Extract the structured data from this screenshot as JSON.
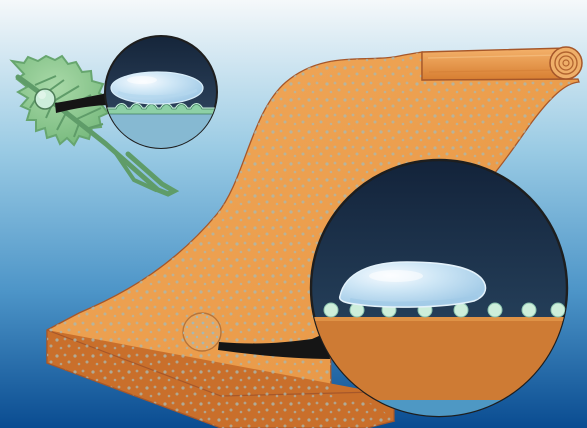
{
  "illustration": {
    "caption": "",
    "elements": [
      "leaf",
      "leaf-surface-zoom-callout",
      "water-droplet-on-leaf-bumps",
      "rolled-textured-sheet",
      "sheet-surface-zoom-callout",
      "water-droplet-on-sheet-bumps"
    ],
    "colors": {
      "background_top": "#F5F8FA",
      "background_mid": "#6BB2D8",
      "background_bottom": "#0A4C91",
      "sheet_top": "#EB9D4C",
      "sheet_side": "#C96F2B",
      "sheet_dots": "#A9B8B0",
      "leaf": "#8FCA93",
      "leaf_vein": "#5F9C69",
      "callout_dark": "#1A2E45",
      "callout_blue": "#7EB2CD",
      "droplet": "#C5E0F2",
      "bump": "#CDEEDB",
      "callout_pointer": "#151515"
    }
  }
}
